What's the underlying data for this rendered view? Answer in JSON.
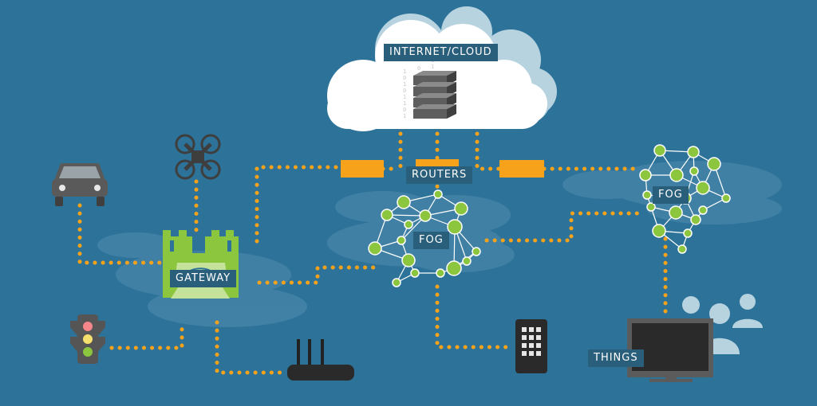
{
  "labels": {
    "cloud": "INTERNET/CLOUD",
    "routers": "ROUTERS",
    "fog_center": "FOG",
    "fog_right": "FOG",
    "gateway": "GATEWAY",
    "things": "THINGS"
  },
  "colors": {
    "background": "#2d7299",
    "connection": "#f7a21b",
    "fog_node": "#8cc63f",
    "gateway": "#8cc63f",
    "router": "#f7a21b",
    "label_bg": "#2a5f7c"
  },
  "icons": [
    "car-icon",
    "drone-icon",
    "traffic-light-icon",
    "wifi-router-icon",
    "smartphone-icon",
    "monitor-icon",
    "people-icon",
    "server-stack-icon",
    "cloud-icon"
  ]
}
